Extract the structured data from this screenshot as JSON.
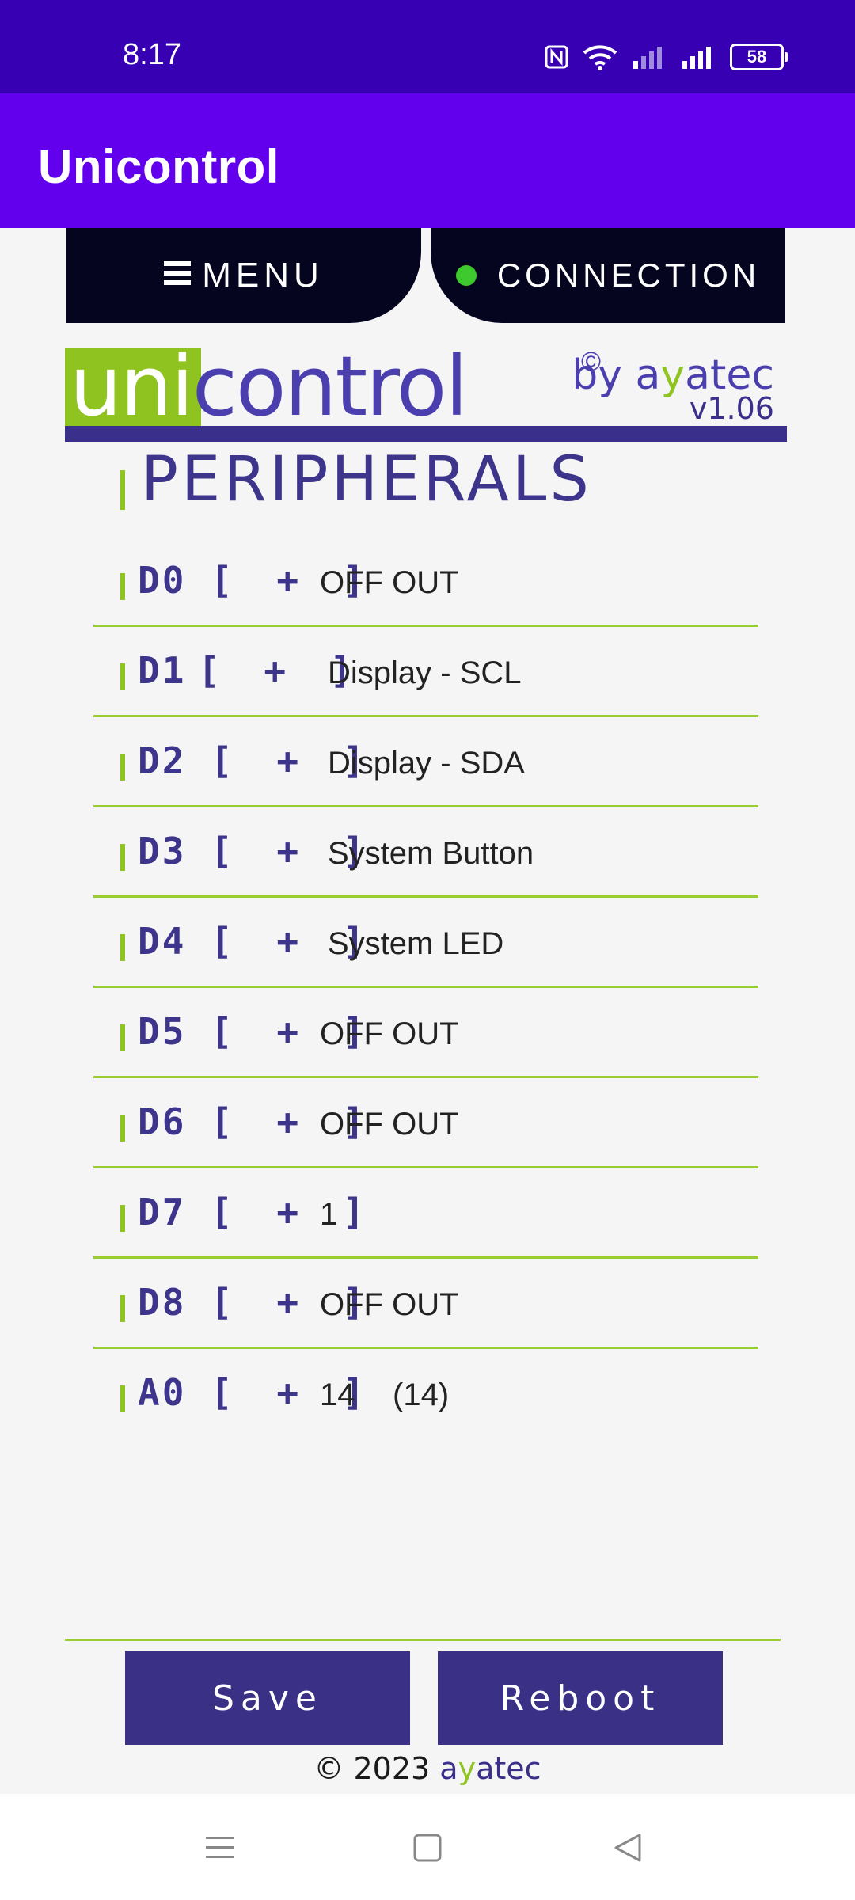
{
  "status_bar": {
    "time": "8:17",
    "battery": "58"
  },
  "app_bar": {
    "title": "Unicontrol"
  },
  "nav": {
    "menu_label": "MENU",
    "connection_label": "CONNECTION"
  },
  "logo": {
    "uni": "uni",
    "control": "control",
    "copyright": "©",
    "by_prefix": "by a",
    "by_y": "y",
    "by_suffix": "atec",
    "version": "v1.06"
  },
  "section": {
    "title": "PERIPHERALS"
  },
  "peripherals": [
    {
      "pin": "D0",
      "plus": "[ + ]",
      "value": "OFF OUT"
    },
    {
      "pin": "D1",
      "plus": "[ + ]",
      "value": "Display - SCL"
    },
    {
      "pin": "D2",
      "plus": "[ + ]",
      "value": "Display - SDA"
    },
    {
      "pin": "D3",
      "plus": "[ + ]",
      "value": "System Button"
    },
    {
      "pin": "D4",
      "plus": "[ + ]",
      "value": "System LED"
    },
    {
      "pin": "D5",
      "plus": "[ + ]",
      "value": "OFF OUT"
    },
    {
      "pin": "D6",
      "plus": "[ + ]",
      "value": "OFF OUT"
    },
    {
      "pin": "D7",
      "plus": "[ + ]",
      "value": "1"
    },
    {
      "pin": "D8",
      "plus": "[ + ]",
      "value": "OFF OUT"
    },
    {
      "pin": "A0",
      "plus": "[ + ]",
      "value": "14",
      "value2": "(14)"
    }
  ],
  "footer": {
    "save_label": "Save",
    "reboot_label": "Reboot",
    "copyright_prefix": "© 2023 ",
    "brand_a": "a",
    "brand_y": "y",
    "brand_rest": "atec"
  },
  "colors": {
    "status_bar": "#3700b3",
    "app_bar": "#6200ee",
    "accent_green": "#8fc31f",
    "brand_purple": "#3d348b",
    "button": "#3a3186"
  },
  "icons": [
    "nfc-icon",
    "wifi-icon",
    "signal-icon",
    "battery-icon",
    "menu-icon",
    "connection-dot-icon",
    "recents-icon",
    "home-icon",
    "back-icon"
  ]
}
